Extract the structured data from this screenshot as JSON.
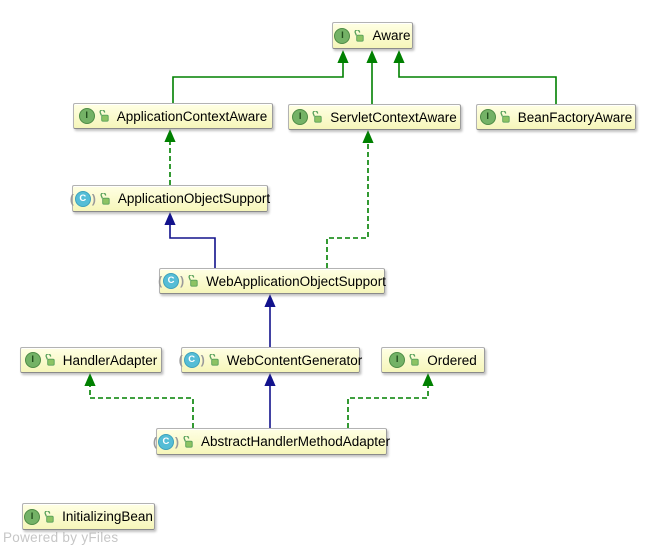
{
  "diagram": {
    "type": "uml-class-diagram",
    "watermark": "Powered by yFiles",
    "icons": {
      "interface_letter": "I",
      "class_letter": "C",
      "paren_open": "(",
      "paren_close": ")",
      "lock": "open-lock"
    },
    "colors": {
      "background": "#FFFFFF",
      "node_fill_top": "#FFFFE4",
      "node_fill_bottom": "#F6F6BA",
      "node_border": "#B3B3B3",
      "implements_edge_green": "#008000",
      "extends_edge_navy": "#12128C",
      "interface_icon_green": "#74B266",
      "class_icon_cyan": "#55BDD6",
      "lock_icon_green": "#8DC363",
      "watermark_gray": "#C6C6C6"
    },
    "nodes": {
      "aware": {
        "label": "Aware",
        "kind": "interface"
      },
      "applicationContextAware": {
        "label": "ApplicationContextAware",
        "kind": "interface"
      },
      "servletContextAware": {
        "label": "ServletContextAware",
        "kind": "interface"
      },
      "beanFactoryAware": {
        "label": "BeanFactoryAware",
        "kind": "interface"
      },
      "applicationObjectSupport": {
        "label": "ApplicationObjectSupport",
        "kind": "abstract-class"
      },
      "webApplicationObjectSupport": {
        "label": "WebApplicationObjectSupport",
        "kind": "abstract-class"
      },
      "handlerAdapter": {
        "label": "HandlerAdapter",
        "kind": "interface"
      },
      "webContentGenerator": {
        "label": "WebContentGenerator",
        "kind": "abstract-class"
      },
      "ordered": {
        "label": "Ordered",
        "kind": "interface"
      },
      "abstractHandlerMethodAdapter": {
        "label": "AbstractHandlerMethodAdapter",
        "kind": "abstract-class"
      },
      "initializingBean": {
        "label": "InitializingBean",
        "kind": "interface"
      }
    },
    "edges": [
      {
        "from": "ApplicationContextAware",
        "to": "Aware",
        "relation": "extends",
        "line": "solid-green"
      },
      {
        "from": "ServletContextAware",
        "to": "Aware",
        "relation": "extends",
        "line": "solid-green"
      },
      {
        "from": "BeanFactoryAware",
        "to": "Aware",
        "relation": "extends",
        "line": "solid-green"
      },
      {
        "from": "ApplicationObjectSupport",
        "to": "ApplicationContextAware",
        "relation": "implements",
        "line": "dashed-green"
      },
      {
        "from": "WebApplicationObjectSupport",
        "to": "ApplicationObjectSupport",
        "relation": "extends",
        "line": "solid-navy"
      },
      {
        "from": "WebApplicationObjectSupport",
        "to": "ServletContextAware",
        "relation": "implements",
        "line": "dashed-green"
      },
      {
        "from": "WebContentGenerator",
        "to": "WebApplicationObjectSupport",
        "relation": "extends",
        "line": "solid-navy"
      },
      {
        "from": "AbstractHandlerMethodAdapter",
        "to": "HandlerAdapter",
        "relation": "implements",
        "line": "dashed-green"
      },
      {
        "from": "AbstractHandlerMethodAdapter",
        "to": "WebContentGenerator",
        "relation": "extends",
        "line": "solid-navy"
      },
      {
        "from": "AbstractHandlerMethodAdapter",
        "to": "Ordered",
        "relation": "implements",
        "line": "dashed-green"
      }
    ]
  }
}
